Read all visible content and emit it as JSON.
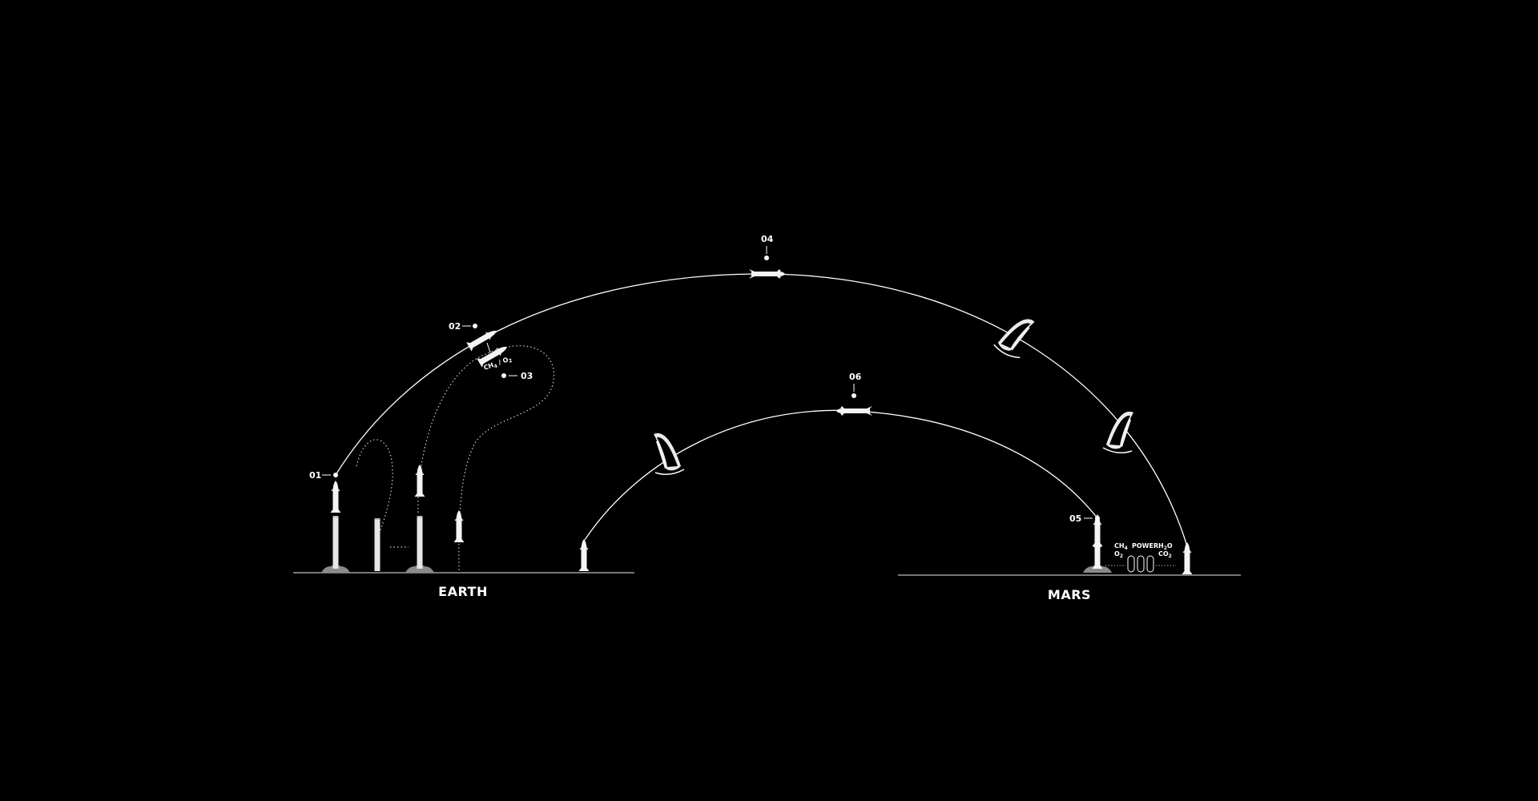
{
  "diagram": {
    "steps": [
      {
        "id": "s1",
        "label": "01"
      },
      {
        "id": "s2",
        "label": "02"
      },
      {
        "id": "s3",
        "label": "03"
      },
      {
        "id": "s4",
        "label": "04"
      },
      {
        "id": "s5",
        "label": "05"
      },
      {
        "id": "s6",
        "label": "06"
      }
    ],
    "bodies": {
      "earth": "EARTH",
      "mars": "MARS"
    },
    "propellant_transfer": {
      "ch4": "CH",
      "ch4_sub": "4",
      "slash": "/",
      "o2": "O",
      "o2_sub": "2"
    },
    "mars_base": {
      "ch4": "CH",
      "ch4_sub": "4",
      "o2": "O",
      "o2_sub": "2",
      "power": "POWER",
      "h2o_h": "H",
      "h2o_sub": "2",
      "h2o_o": "O",
      "co2": "CO",
      "co2_sub": "2"
    },
    "colors": {
      "background": "#000000",
      "lines": "#ffffff",
      "ground": "#bdbdbd",
      "smoke": "#8a8a8a"
    }
  }
}
